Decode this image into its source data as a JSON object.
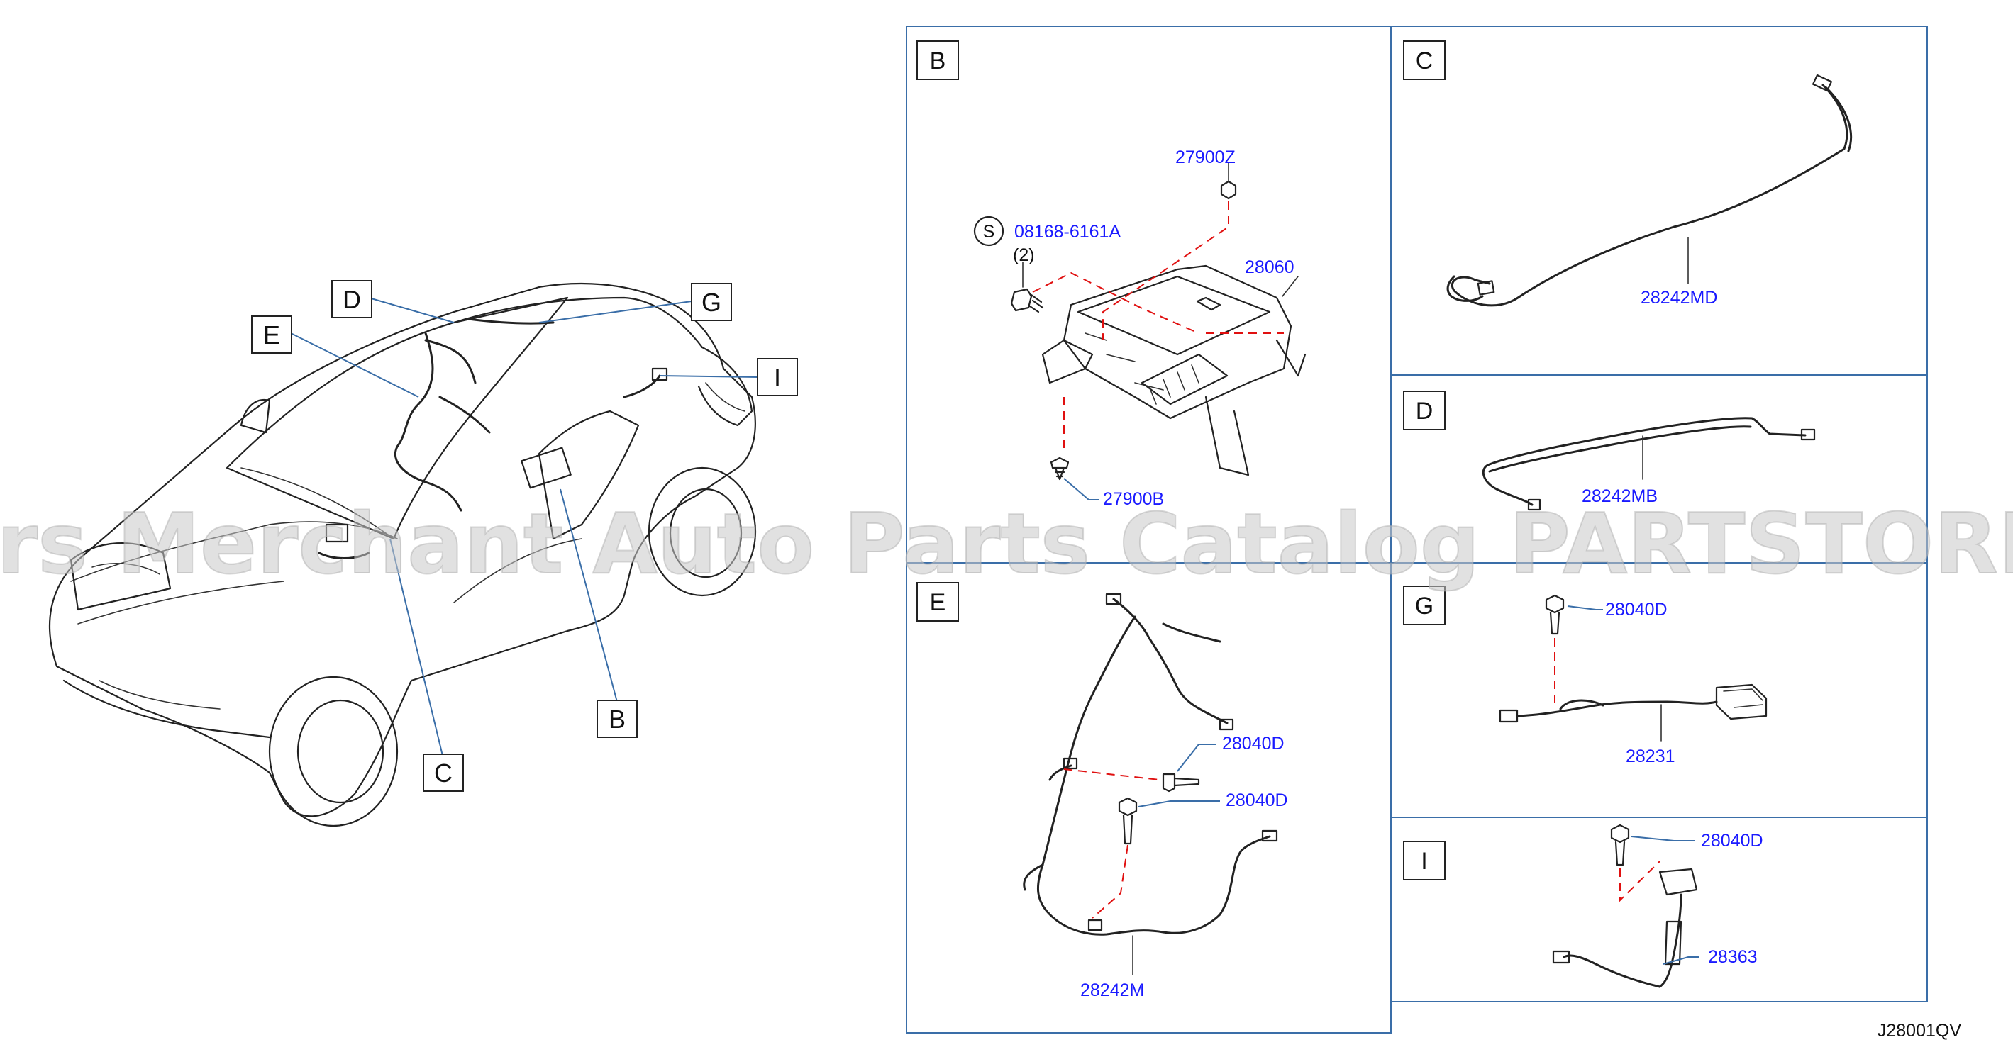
{
  "diagram_id": "J28001QV",
  "watermark": "Offers Merchant Auto Parts Catalog PARTSTORE.SA",
  "overview_callouts": [
    "D",
    "G",
    "E",
    "I",
    "B",
    "C"
  ],
  "panels": {
    "B": {
      "letter": "B",
      "parts": {
        "nut": "27900Z",
        "screw_symbol": "S",
        "screw": "08168-6161A",
        "screw_qty": "(2)",
        "bracket": "28060",
        "bolt": "27900B"
      }
    },
    "C": {
      "letter": "C",
      "parts": {
        "feeder": "28242MD"
      }
    },
    "D": {
      "letter": "D",
      "parts": {
        "feeder": "28242MB"
      }
    },
    "E": {
      "letter": "E",
      "parts": {
        "bolt_a": "28040D",
        "bolt_b": "28040D",
        "harness": "28242M"
      }
    },
    "G": {
      "letter": "G",
      "parts": {
        "bolt": "28040D",
        "unit": "28231"
      }
    },
    "I": {
      "letter": "I",
      "parts": {
        "bolt": "28040D",
        "cable": "28363"
      }
    }
  },
  "colors": {
    "label": "#1a1aff",
    "frame": "#3a6ea8",
    "mount_dash": "#e01010"
  }
}
